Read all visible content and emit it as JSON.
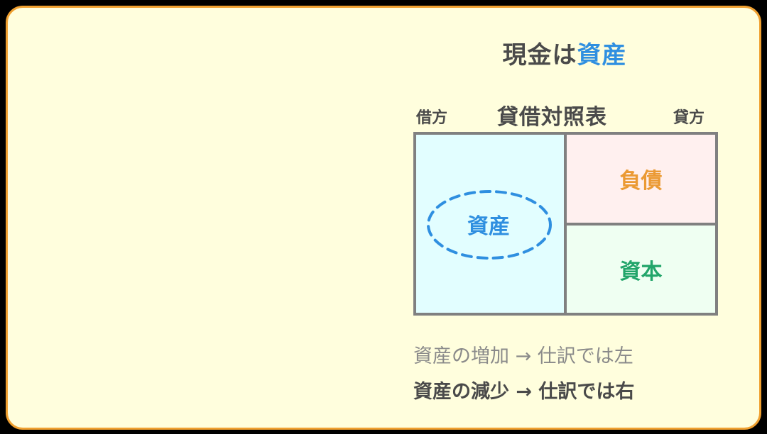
{
  "title": {
    "prefix": "現金は",
    "highlight": "資産"
  },
  "balance_sheet": {
    "title": "貸借対照表",
    "left_label": "借方",
    "right_label": "貸方",
    "cells": {
      "assets": "資産",
      "liabilities": "負債",
      "equity": "資本"
    },
    "highlighted_cell": "assets"
  },
  "rules": [
    {
      "text": "資産の増加 → 仕訳では左",
      "emphasis": false
    },
    {
      "text": "資産の減少 → 仕訳では右",
      "emphasis": true
    }
  ],
  "colors": {
    "background": "#000000",
    "card": "#fffedd",
    "card_border": "#f0a030",
    "text": "#4a4a4a",
    "assets": "#2f8fe0",
    "liabilities": "#eb9a34",
    "equity": "#22a56a",
    "sheet_border": "#808080"
  }
}
